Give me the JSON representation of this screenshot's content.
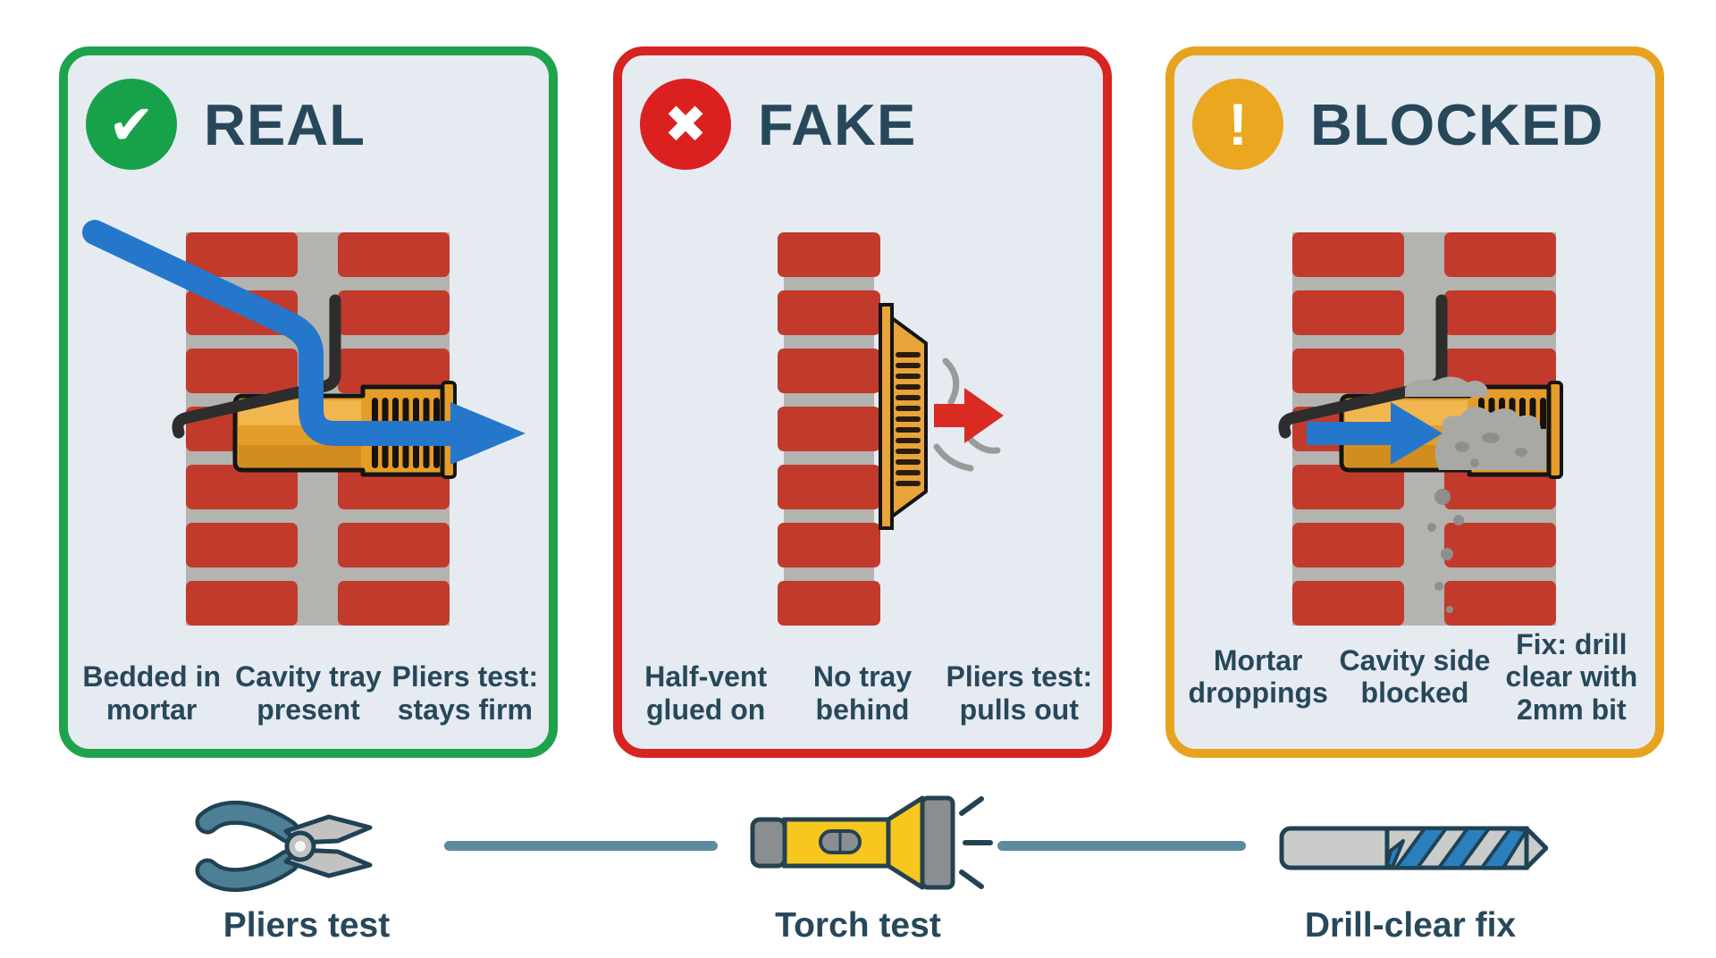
{
  "panels": [
    {
      "id": "real",
      "title": "REAL",
      "badge_icon": "check-icon",
      "badge_glyph": "✔",
      "border_color": "#1fa24c",
      "badge_color": "#17a24a",
      "labels": [
        "Bedded in mortar",
        "Cavity tray present",
        "Pliers test: stays firm"
      ]
    },
    {
      "id": "fake",
      "title": "FAKE",
      "badge_icon": "x-icon",
      "badge_glyph": "✖",
      "border_color": "#d62420",
      "badge_color": "#da2120",
      "labels": [
        "Half-vent glued on",
        "No tray behind",
        "Pliers test: pulls out"
      ]
    },
    {
      "id": "blocked",
      "title": "BLOCKED",
      "badge_icon": "exclamation-icon",
      "badge_glyph": "!",
      "border_color": "#e7a31f",
      "badge_color": "#eaa71f",
      "labels": [
        "Mortar droppings",
        "Cavity side blocked",
        "Fix: drill clear with 2mm bit"
      ]
    }
  ],
  "tools": [
    {
      "icon": "pliers-icon",
      "label": "Pliers test"
    },
    {
      "icon": "torch-icon",
      "label": "Torch test"
    },
    {
      "icon": "drill-bit-icon",
      "label": "Drill-clear fix"
    }
  ],
  "colors": {
    "page_background": "#ffffff",
    "panel_background": "#e6ebf1",
    "title_text": "#27485a",
    "brick_red": "#c23a2c",
    "mortar_gray": "#b3b4af",
    "cavity_tray_black": "#2d2d2d",
    "vent_orange": "#e59d2a",
    "water_blue": "#2577cb",
    "warning_red_arrow": "#d92b22",
    "connector_teal": "#5d8a9e",
    "torch_yellow": "#f7c61f",
    "drill_blue": "#2a7fbf"
  }
}
